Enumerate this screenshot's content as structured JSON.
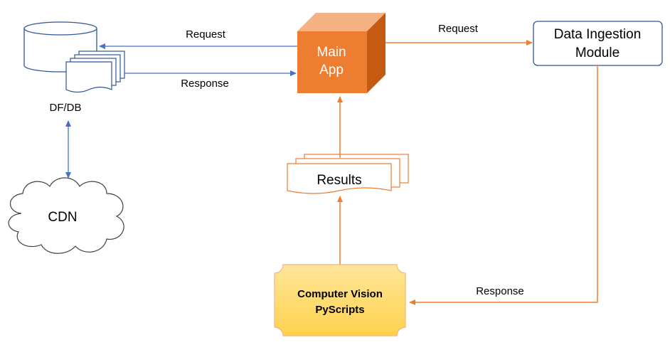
{
  "nodes": {
    "dfdb": {
      "label": "DF/DB"
    },
    "cdn": {
      "label": "CDN"
    },
    "main_app": {
      "line1": "Main",
      "line2": "App"
    },
    "ingestion": {
      "line1": "Data Ingestion",
      "line2": "Module"
    },
    "results": {
      "label": "Results"
    },
    "cv": {
      "line1": "Computer Vision",
      "line2": "PyScripts"
    }
  },
  "edges": {
    "app_to_db": {
      "label": "Request"
    },
    "db_to_app": {
      "label": "Response"
    },
    "app_to_ingestion": {
      "label": "Request"
    },
    "ingestion_to_cv": {
      "label": "Response"
    }
  },
  "colors": {
    "blue_line": "#4472c4",
    "orange_line": "#ed7d31",
    "db_stroke": "#2f5597",
    "cube_front": "#ed7d31",
    "cube_top": "#f4b183",
    "cube_side": "#c55a11",
    "cv_fill": "#ffd966",
    "cv_stroke": "#f4b183"
  }
}
